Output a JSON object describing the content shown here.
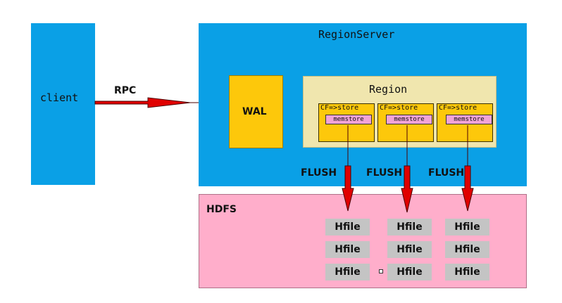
{
  "client": {
    "label": "client"
  },
  "rpc": {
    "label": "RPC"
  },
  "region_server": {
    "label": "RegionServer",
    "wal_label": "WAL",
    "region": {
      "label": "Region",
      "stores": [
        {
          "label": "CF=>store",
          "memstore": "memstore"
        },
        {
          "label": "CF=>store",
          "memstore": "memstore"
        },
        {
          "label": "CF=>store",
          "memstore": "memstore"
        }
      ]
    }
  },
  "flush": [
    "FLUSH",
    "FLUSH",
    "FLUSH"
  ],
  "hdfs": {
    "label": "HDFS",
    "hfiles": [
      [
        "Hfile",
        "Hfile",
        "Hfile"
      ],
      [
        "Hfile",
        "Hfile",
        "Hfile"
      ],
      [
        "Hfile",
        "Hfile",
        "Hfile"
      ]
    ]
  },
  "colors": {
    "blue": "#0aa0e6",
    "yellow": "#fdc80b",
    "region_bg": "#f0e6ae",
    "pink": "#ffaecb",
    "memstore_pink": "#f2a3d7",
    "arrow_red": "#e00000",
    "hfile_gray": "#c4c4c4"
  }
}
